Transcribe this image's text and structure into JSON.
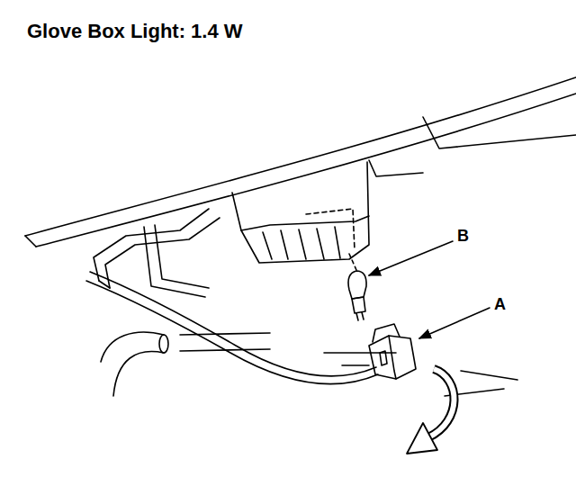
{
  "diagram": {
    "title": "Glove Box Light: 1.4 W",
    "labels": [
      "B",
      "A"
    ]
  }
}
